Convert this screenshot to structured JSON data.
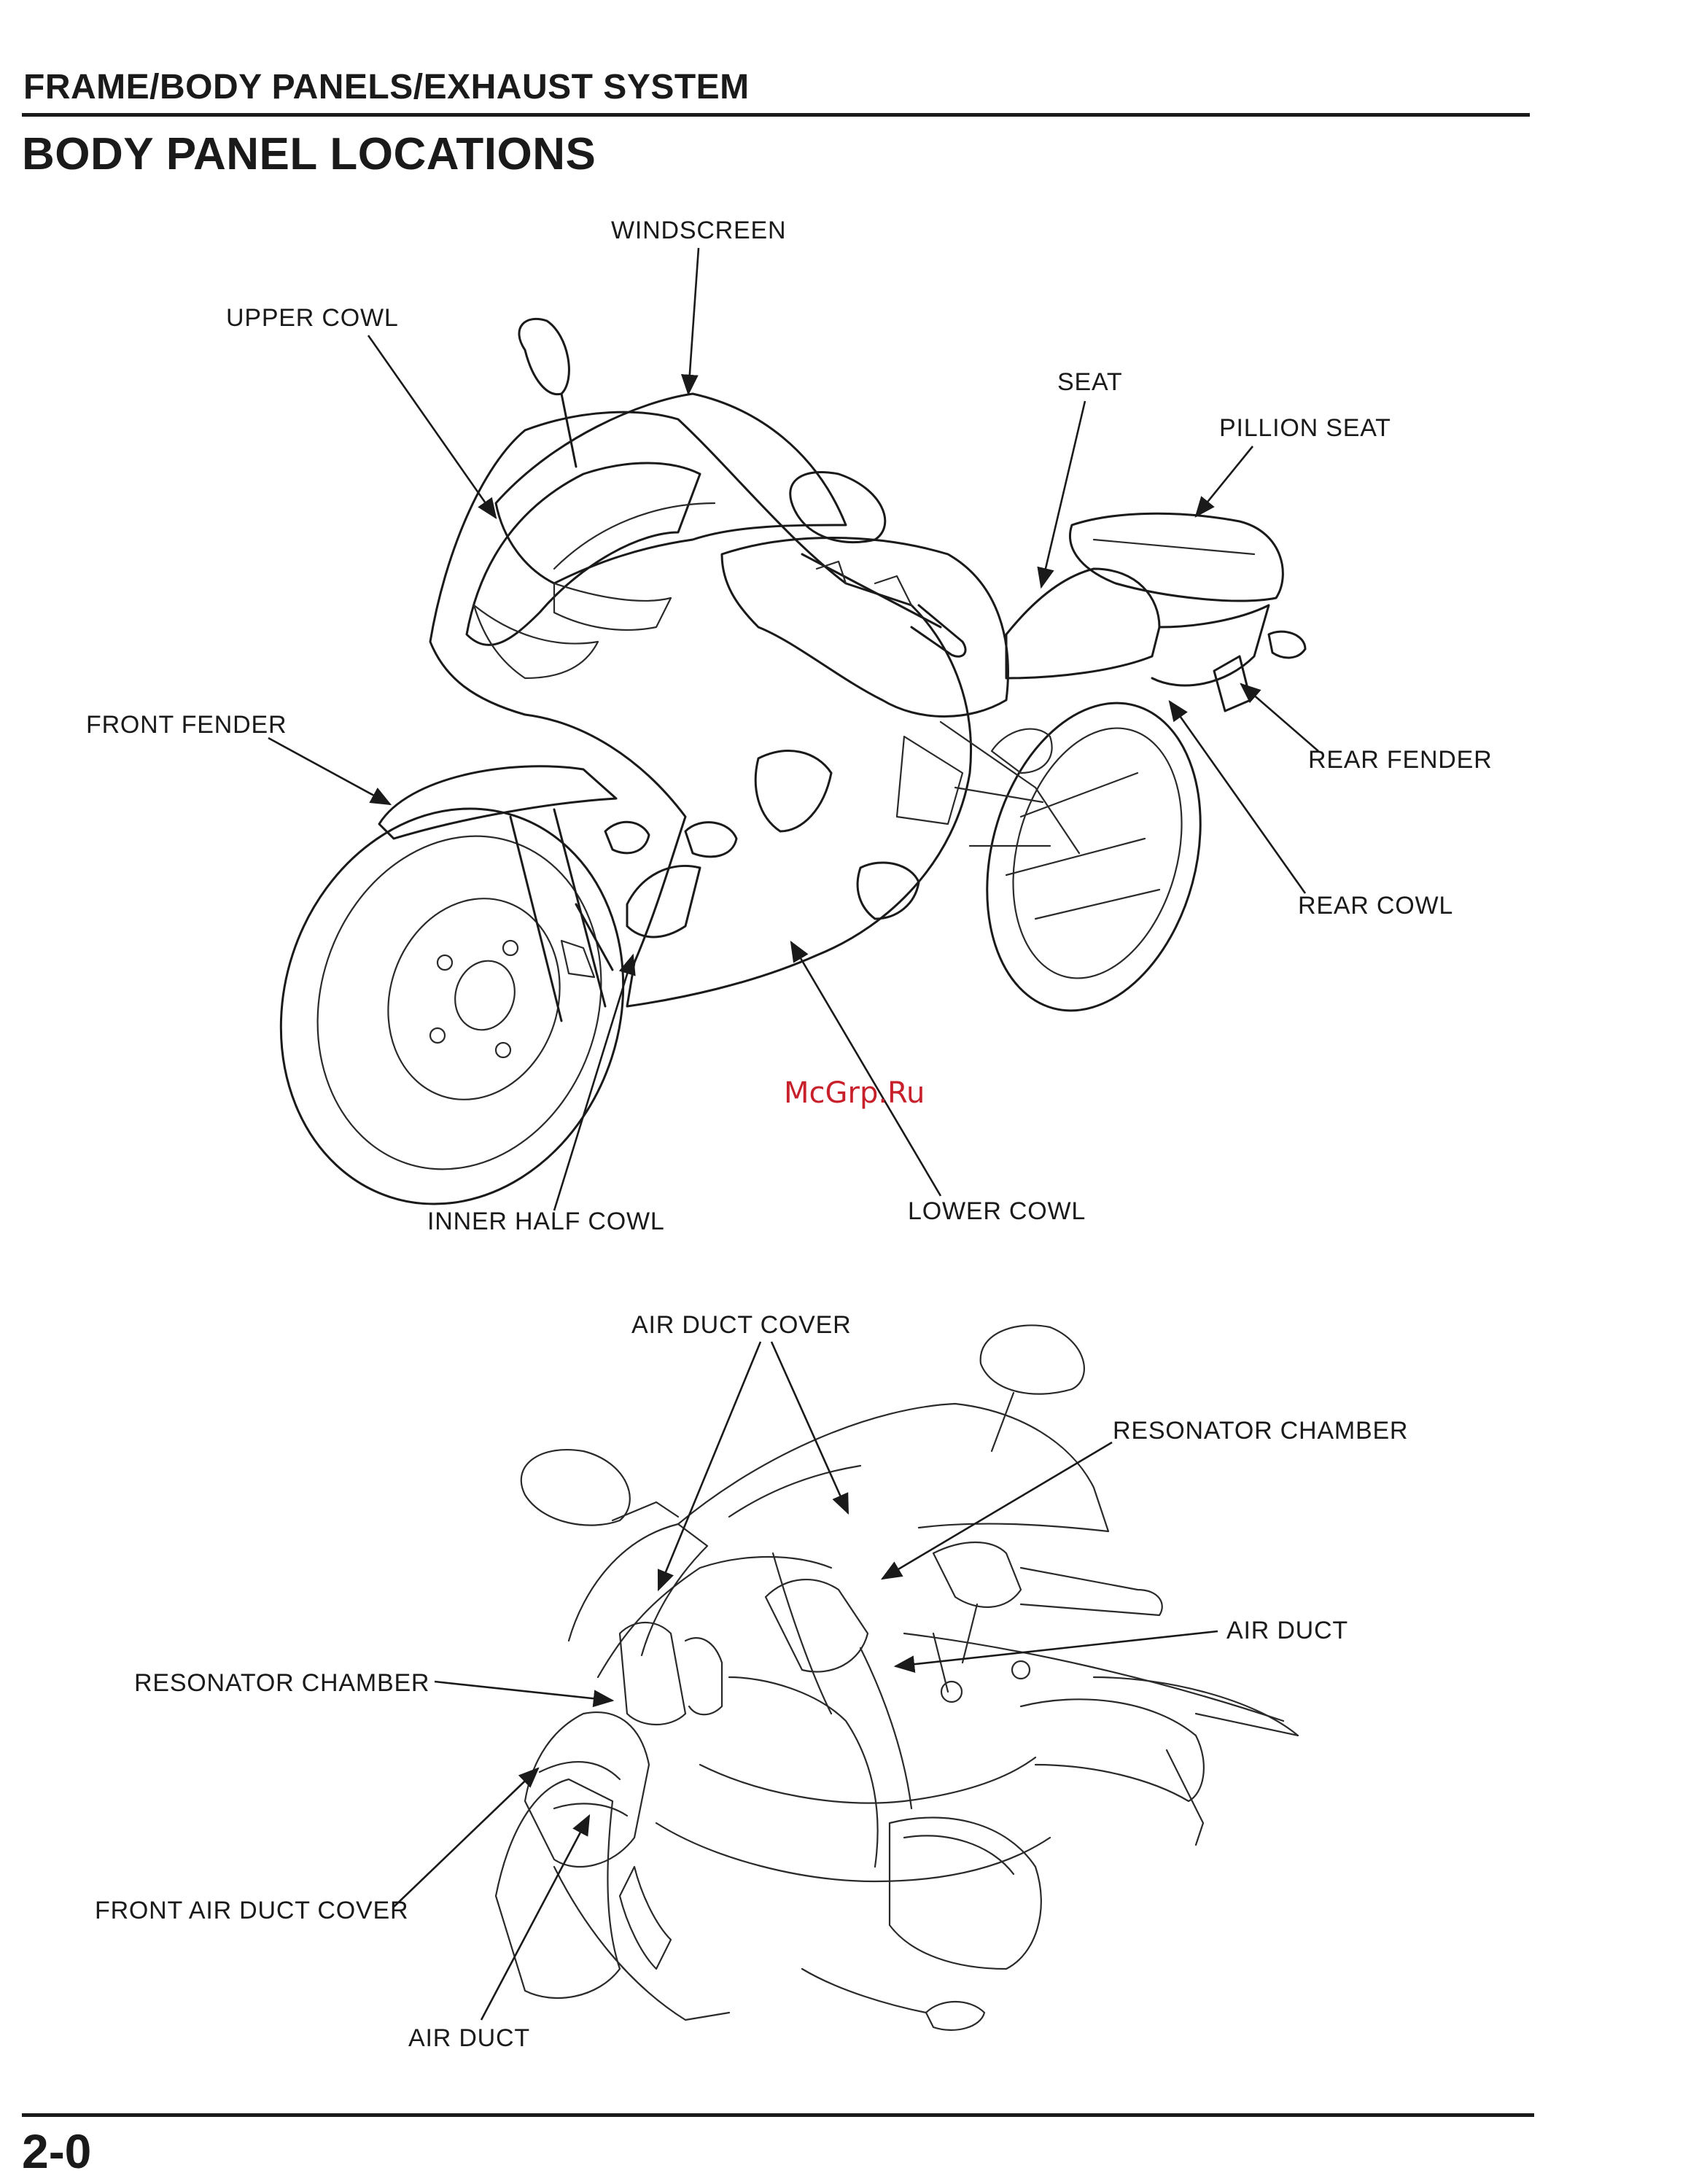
{
  "header": {
    "section": "FRAME/BODY PANELS/EXHAUST SYSTEM",
    "title": "BODY PANEL LOCATIONS"
  },
  "figure1": {
    "windscreen": "WINDSCREEN",
    "upper_cowl": "UPPER COWL",
    "seat": "SEAT",
    "pillion_seat": "PILLION SEAT",
    "front_fender": "FRONT FENDER",
    "rear_fender": "REAR FENDER",
    "rear_cowl": "REAR COWL",
    "inner_half_cowl": "INNER HALF COWL",
    "lower_cowl": "LOWER COWL"
  },
  "watermark": "McGrp.Ru",
  "figure2": {
    "air_duct_cover": "AIR DUCT COVER",
    "resonator_chamber_right": "RESONATOR CHAMBER",
    "air_duct_right": "AIR DUCT",
    "resonator_chamber_left": "RESONATOR CHAMBER",
    "front_air_duct_cover": "FRONT AIR DUCT COVER",
    "air_duct_bottom": "AIR DUCT"
  },
  "footer": {
    "page_number": "2-0"
  }
}
